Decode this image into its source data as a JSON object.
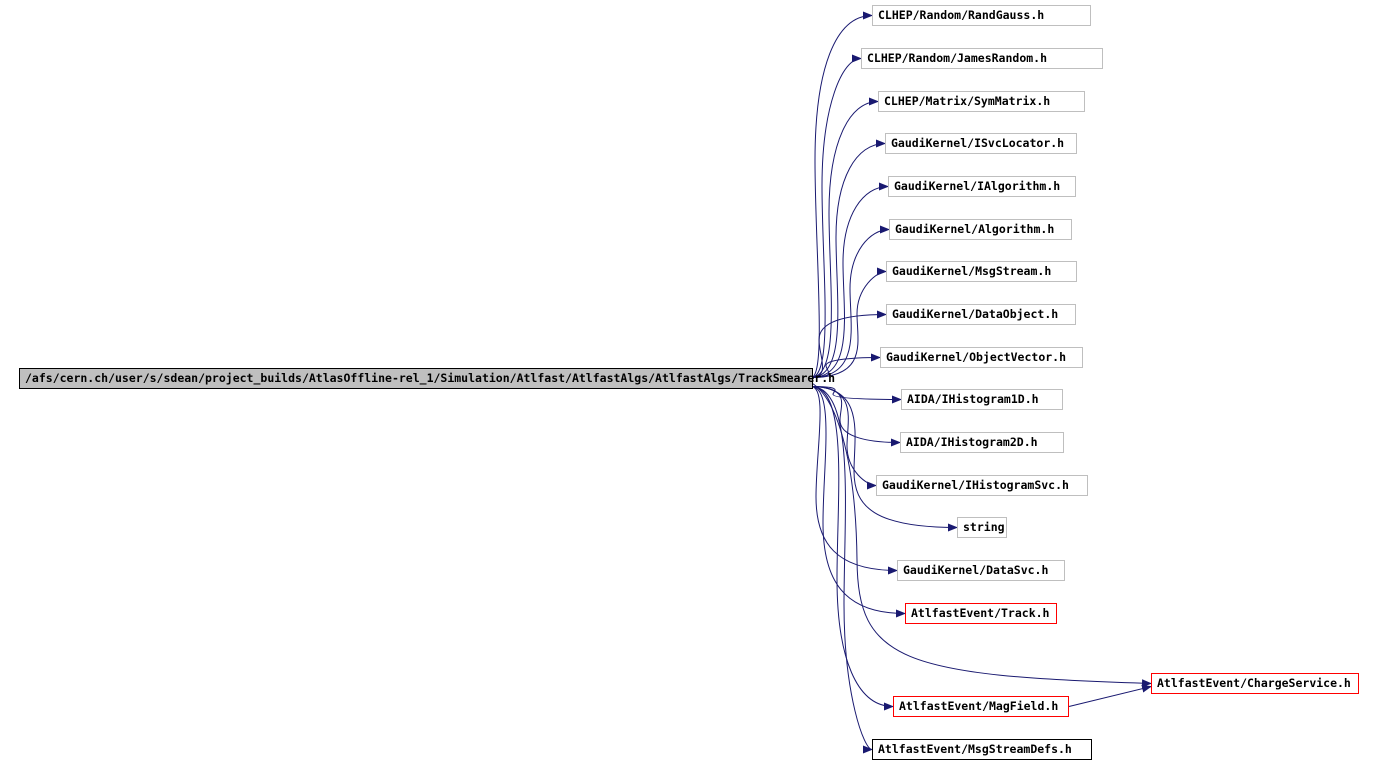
{
  "root": "/afs/cern.ch/user/s/sdean/project_builds/AtlasOffline-rel_1/Simulation/Atlfast/AtlfastAlgs/AtlfastAlgs/TrackSmearer.h",
  "nodes": [
    {
      "id": "randgauss",
      "label": "CLHEP/Random/RandGauss.h",
      "style": "plain"
    },
    {
      "id": "jamesrandom",
      "label": "CLHEP/Random/JamesRandom.h",
      "style": "plain"
    },
    {
      "id": "symmatrix",
      "label": "CLHEP/Matrix/SymMatrix.h",
      "style": "plain"
    },
    {
      "id": "isvclocator",
      "label": "GaudiKernel/ISvcLocator.h",
      "style": "plain"
    },
    {
      "id": "ialgorithm",
      "label": "GaudiKernel/IAlgorithm.h",
      "style": "plain"
    },
    {
      "id": "algorithm",
      "label": "GaudiKernel/Algorithm.h",
      "style": "plain"
    },
    {
      "id": "msgstream",
      "label": "GaudiKernel/MsgStream.h",
      "style": "plain"
    },
    {
      "id": "dataobject",
      "label": "GaudiKernel/DataObject.h",
      "style": "plain"
    },
    {
      "id": "objectvector",
      "label": "GaudiKernel/ObjectVector.h",
      "style": "plain"
    },
    {
      "id": "ihisto1d",
      "label": "AIDA/IHistogram1D.h",
      "style": "plain"
    },
    {
      "id": "ihisto2d",
      "label": "AIDA/IHistogram2D.h",
      "style": "plain"
    },
    {
      "id": "ihistosvc",
      "label": "GaudiKernel/IHistogramSvc.h",
      "style": "plain"
    },
    {
      "id": "string",
      "label": "string",
      "style": "plain"
    },
    {
      "id": "datasvc",
      "label": "GaudiKernel/DataSvc.h",
      "style": "plain"
    },
    {
      "id": "track",
      "label": "AtlfastEvent/Track.h",
      "style": "red"
    },
    {
      "id": "chargeservice",
      "label": "AtlfastEvent/ChargeService.h",
      "style": "red"
    },
    {
      "id": "magfield",
      "label": "AtlfastEvent/MagField.h",
      "style": "red"
    },
    {
      "id": "msgstreamdefs",
      "label": "AtlfastEvent/MsgStreamDefs.h",
      "style": "black"
    }
  ],
  "edges": [
    {
      "from": "root",
      "to": "randgauss"
    },
    {
      "from": "root",
      "to": "jamesrandom"
    },
    {
      "from": "root",
      "to": "symmatrix"
    },
    {
      "from": "root",
      "to": "isvclocator"
    },
    {
      "from": "root",
      "to": "ialgorithm"
    },
    {
      "from": "root",
      "to": "algorithm"
    },
    {
      "from": "root",
      "to": "msgstream"
    },
    {
      "from": "root",
      "to": "dataobject"
    },
    {
      "from": "root",
      "to": "objectvector"
    },
    {
      "from": "root",
      "to": "ihisto1d"
    },
    {
      "from": "root",
      "to": "ihisto2d"
    },
    {
      "from": "root",
      "to": "ihistosvc"
    },
    {
      "from": "root",
      "to": "string"
    },
    {
      "from": "root",
      "to": "datasvc"
    },
    {
      "from": "root",
      "to": "track"
    },
    {
      "from": "root",
      "to": "chargeservice"
    },
    {
      "from": "root",
      "to": "magfield"
    },
    {
      "from": "root",
      "to": "msgstreamdefs"
    },
    {
      "from": "magfield",
      "to": "chargeservice"
    }
  ],
  "colors": {
    "edge": "#191970",
    "root_fill": "#bfbfbf",
    "node_border": "#bfbfbf",
    "red_border": "#ff0000",
    "black_border": "#000000"
  }
}
